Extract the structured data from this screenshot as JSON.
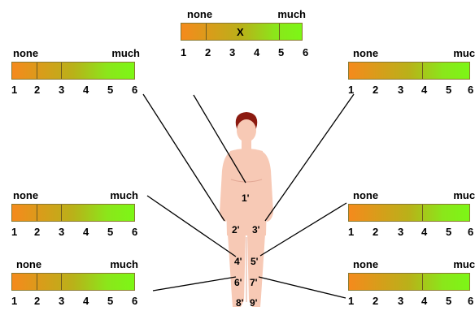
{
  "scale": {
    "low_label": "none",
    "high_label": "much",
    "numbers": [
      "1",
      "2",
      "3",
      "4",
      "5",
      "6"
    ]
  },
  "colors": {
    "low": "#f58a1c",
    "mid": "#b9b119",
    "high": "#7cf716",
    "skin": "#f7c9b5",
    "hair": "#8b1a10",
    "line": "#000000"
  },
  "top_scale": {
    "marker": "X"
  },
  "zones": [
    "1'",
    "2'",
    "3'",
    "4'",
    "5'",
    "6'",
    "7'",
    "8'",
    "9'"
  ]
}
